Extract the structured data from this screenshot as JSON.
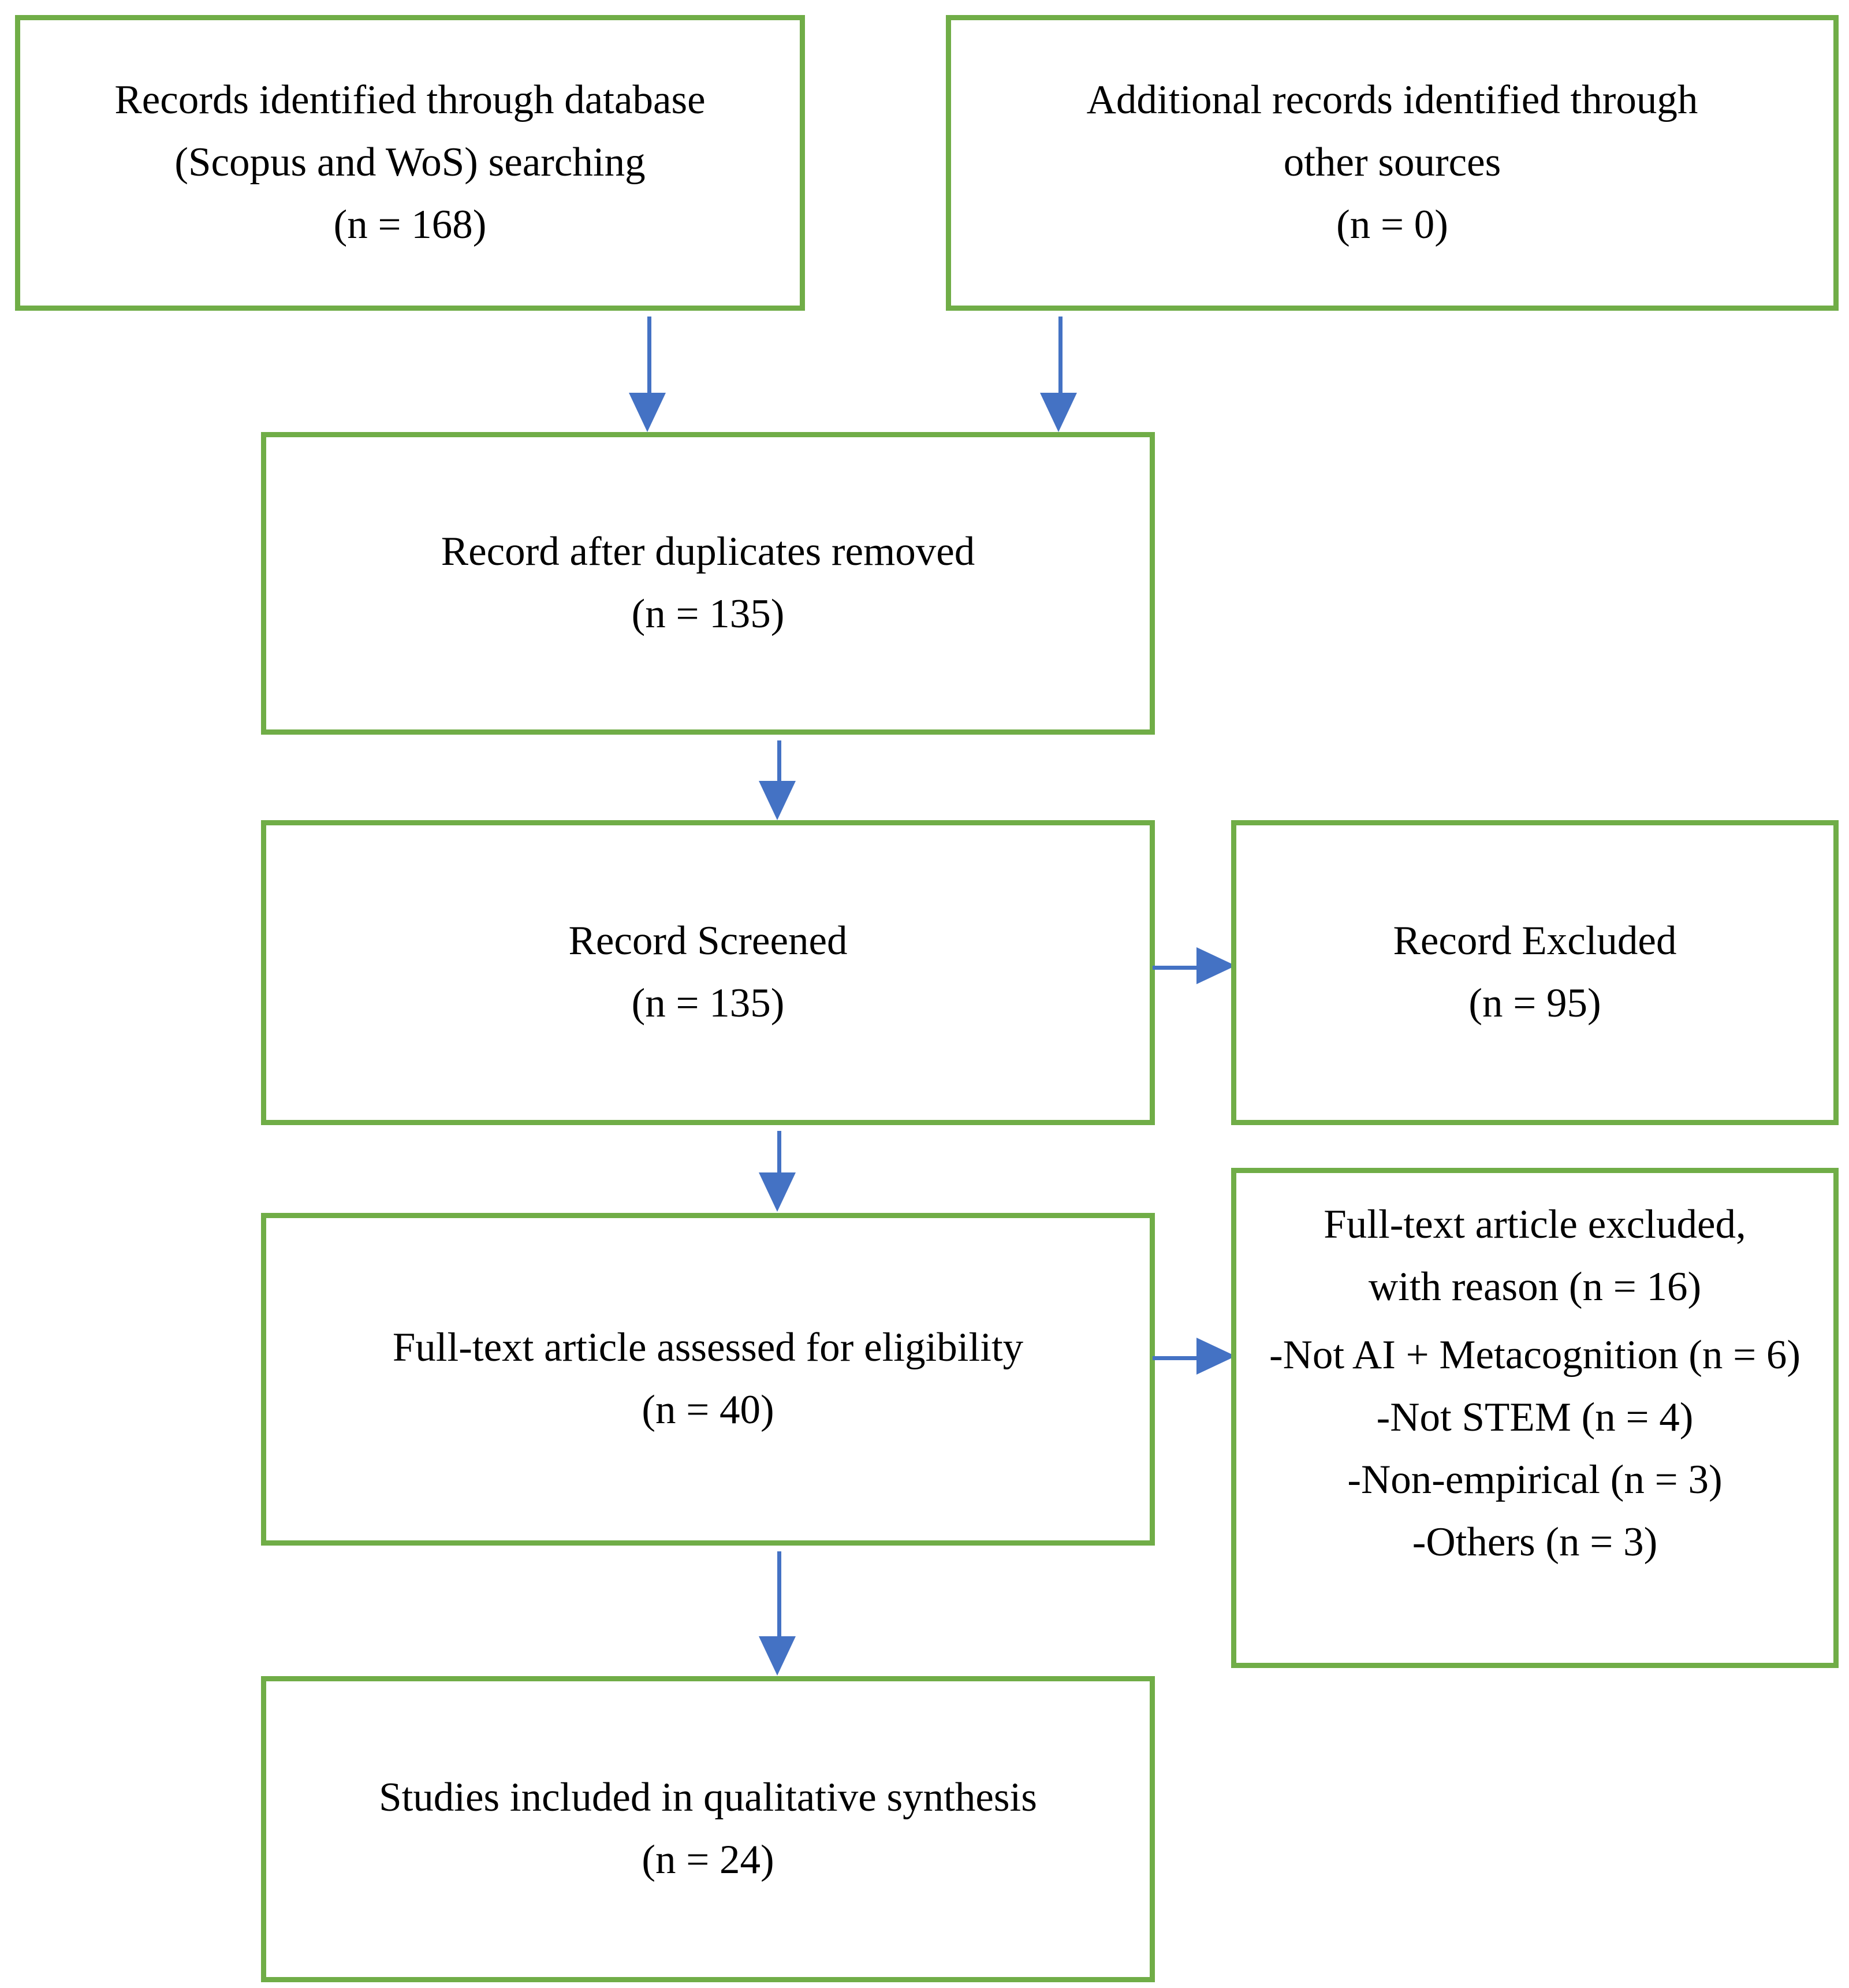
{
  "diagram": {
    "title": "PRISMA flow diagram",
    "colors": {
      "box_border": "#70AD47",
      "arrow": "#4472C4",
      "text": "#000000",
      "background": "#FFFFFF"
    }
  },
  "boxes": {
    "database_search": {
      "line1": "Records identified through database",
      "line2": "(Scopus and WoS) searching",
      "line3": "(n = 168)",
      "count": 168
    },
    "other_sources": {
      "line1": "Additional records identified through",
      "line2": "other sources",
      "line3": "(n = 0)",
      "count": 0
    },
    "duplicates_removed": {
      "line1": "Record after duplicates removed",
      "line2": "(n = 135)",
      "count": 135
    },
    "records_screened": {
      "line1": "Record Screened",
      "line2": "(n = 135)",
      "count": 135
    },
    "records_excluded": {
      "line1": "Record Excluded",
      "line2": "(n = 95)",
      "count": 95
    },
    "full_text_assessed": {
      "line1": "Full-text article assessed for eligibility",
      "line2": "(n = 40)",
      "count": 40
    },
    "full_text_excluded": {
      "header_line1": "Full-text article excluded,",
      "header_line2": "with reason (n = 16)",
      "count": 16,
      "reasons": [
        {
          "label": "-Not AI + Metacognition (n = 6)",
          "count": 6
        },
        {
          "label": "-Not STEM (n = 4)",
          "count": 4
        },
        {
          "label": "-Non-empirical (n = 3)",
          "count": 3
        },
        {
          "label": "-Others (n = 3)",
          "count": 3
        }
      ]
    },
    "studies_included": {
      "line1": "Studies included in qualitative synthesis",
      "line2": "(n = 24)",
      "count": 24
    }
  },
  "chart_data": {
    "type": "diagram",
    "title": "PRISMA flow diagram",
    "nodes": [
      {
        "id": "database_search",
        "label": "Records identified through database (Scopus and WoS) searching",
        "n": 168
      },
      {
        "id": "other_sources",
        "label": "Additional records identified through other sources",
        "n": 0
      },
      {
        "id": "duplicates_removed",
        "label": "Record after duplicates removed",
        "n": 135
      },
      {
        "id": "records_screened",
        "label": "Record Screened",
        "n": 135
      },
      {
        "id": "records_excluded",
        "label": "Record Excluded",
        "n": 95
      },
      {
        "id": "full_text_assessed",
        "label": "Full-text article assessed for eligibility",
        "n": 40
      },
      {
        "id": "full_text_excluded",
        "label": "Full-text article excluded, with reason",
        "n": 16
      },
      {
        "id": "studies_included",
        "label": "Studies included in qualitative synthesis",
        "n": 24
      }
    ],
    "edges": [
      {
        "from": "database_search",
        "to": "duplicates_removed",
        "direction": "down"
      },
      {
        "from": "other_sources",
        "to": "duplicates_removed",
        "direction": "down"
      },
      {
        "from": "duplicates_removed",
        "to": "records_screened",
        "direction": "down"
      },
      {
        "from": "records_screened",
        "to": "records_excluded",
        "direction": "right"
      },
      {
        "from": "records_screened",
        "to": "full_text_assessed",
        "direction": "down"
      },
      {
        "from": "full_text_assessed",
        "to": "full_text_excluded",
        "direction": "right"
      },
      {
        "from": "full_text_assessed",
        "to": "studies_included",
        "direction": "down"
      }
    ]
  }
}
